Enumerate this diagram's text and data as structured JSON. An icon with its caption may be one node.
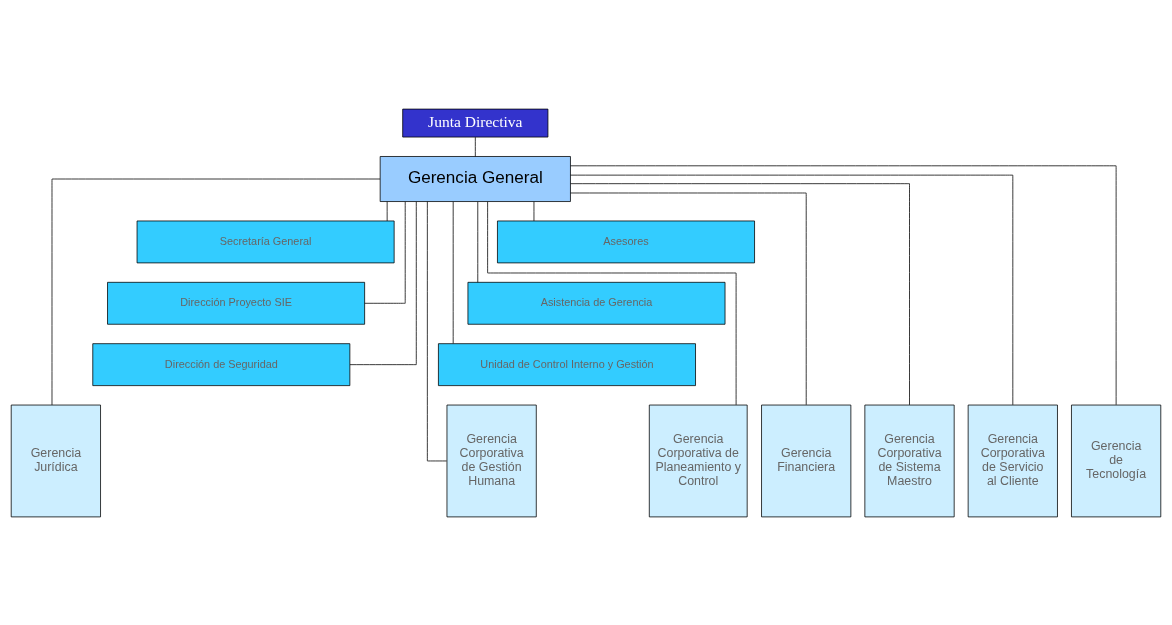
{
  "diagram": {
    "nodes": [
      {
        "text": [
          "Junta Directiva"
        ]
      },
      {
        "text": [
          "Gerencia General"
        ]
      },
      {
        "text": [
          "Asesores"
        ]
      },
      {
        "text": [
          "Secretaría General"
        ]
      },
      {
        "text": [
          "Asistencia de Gerencia"
        ]
      },
      {
        "text": [
          "Dirección Proyecto SIE"
        ]
      },
      {
        "text": [
          "Unidad de Control Interno y Gestión"
        ]
      },
      {
        "text": [
          "Dirección de Seguridad"
        ]
      },
      {
        "text": [
          "Gerencia Jurídica"
        ]
      },
      {
        "text": [
          "Gerencia Corporativa de Planeamiento y Control"
        ]
      },
      {
        "text": [
          "Gerencia Financiera"
        ]
      },
      {
        "text": [
          "Gerencia Corporativa de Gestión Humana"
        ]
      },
      {
        "text": [
          "Gerencia Corporativa de Sistema Maestro"
        ]
      },
      {
        "text": [
          "Gerencia Corporativa de Servicio al Cliente"
        ]
      },
      {
        "text": [
          "Gerencia de Tecnología"
        ]
      }
    ],
    "edges": [
      {
        "from": 0,
        "to": 1,
        "arrow": "none"
      },
      {
        "from": 1,
        "to": 2,
        "arrow": "none"
      },
      {
        "from": 1,
        "to": 3,
        "arrow": "none"
      },
      {
        "from": 1,
        "to": 4,
        "arrow": "none"
      },
      {
        "from": 1,
        "to": 5,
        "arrow": "none"
      },
      {
        "from": 1,
        "to": 6,
        "arrow": "none"
      },
      {
        "from": 1,
        "to": 7,
        "arrow": "none"
      },
      {
        "from": 1,
        "to": 8,
        "arrow": "none"
      },
      {
        "from": 1,
        "to": 9,
        "arrow": "none"
      },
      {
        "from": 1,
        "to": 10,
        "arrow": "none"
      },
      {
        "from": 1,
        "to": 11,
        "arrow": "none"
      },
      {
        "from": 1,
        "to": 12,
        "arrow": "none"
      },
      {
        "from": 1,
        "to": 13,
        "arrow": "none"
      },
      {
        "from": 1,
        "to": 14,
        "arrow": "none"
      }
    ]
  }
}
